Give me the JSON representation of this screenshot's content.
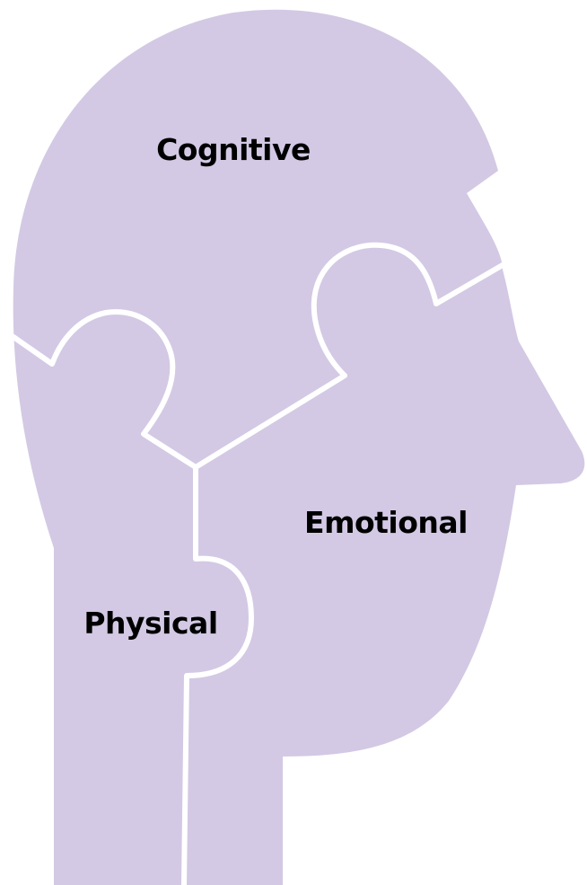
{
  "colors": {
    "head_fill": "#d3c9e4",
    "seam": "#ffffff",
    "label": "#000000",
    "background": "#ffffff"
  },
  "pieces": {
    "cognitive": {
      "label": "Cognitive"
    },
    "emotional": {
      "label": "Emotional"
    },
    "physical": {
      "label": "Physical"
    }
  }
}
